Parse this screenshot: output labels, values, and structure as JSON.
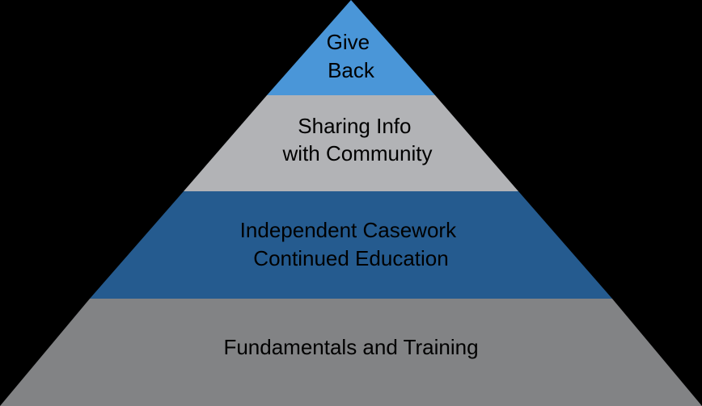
{
  "tiers": [
    {
      "lines": [
        "Give",
        "Back"
      ],
      "color": "#4a96d8"
    },
    {
      "lines": [
        "Sharing Info",
        "with Community"
      ],
      "color": "#b2b3b6"
    },
    {
      "lines": [
        "Independent Casework",
        "Continued Education"
      ],
      "color": "#255b8f"
    },
    {
      "lines": [
        "Fundamentals and Training"
      ],
      "color": "#828385"
    }
  ]
}
